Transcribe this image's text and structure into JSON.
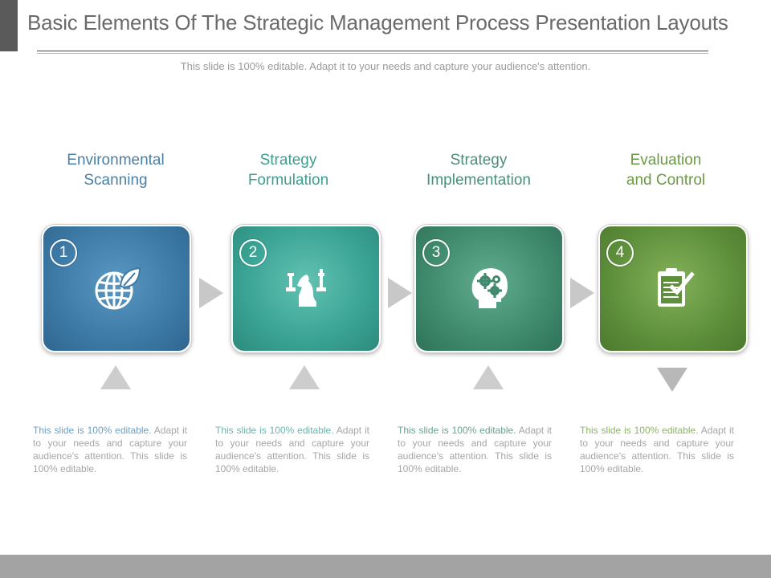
{
  "title": "Basic Elements Of The Strategic Management Process Presentation Layouts",
  "subtitle": "This slide is 100% editable. Adapt it to your needs and capture your audience's attention.",
  "steps": [
    {
      "title_line1": "Environmental",
      "title_line2": "Scanning",
      "number": "1",
      "icon": "globe-leaf-icon",
      "color": "#3d7aa6",
      "desc_lead": "This slide is 100% editable.",
      "desc_rest": "Adapt it to your needs and capture your audience's attention. This slide is 100% editable."
    },
    {
      "title_line1": "Strategy",
      "title_line2": "Formulation",
      "number": "2",
      "icon": "chess-icon",
      "color": "#3aa394",
      "desc_lead": "This slide is 100% editable.",
      "desc_rest": "Adapt it to your needs and capture your audience's attention. This slide is 100% editable."
    },
    {
      "title_line1": "Strategy",
      "title_line2": "Implementation",
      "number": "3",
      "icon": "head-gears-icon",
      "color": "#3f8a6d",
      "desc_lead": "This slide is 100% editable.",
      "desc_rest": "Adapt it to your needs and capture your audience's attention. This slide is 100% editable."
    },
    {
      "title_line1": "Evaluation",
      "title_line2": "and Control",
      "number": "4",
      "icon": "clipboard-check-icon",
      "color": "#5e8f3b",
      "desc_lead": "This slide is 100% editable.",
      "desc_rest": "Adapt it to your needs and capture your audience's attention. This slide is 100% editable."
    }
  ]
}
